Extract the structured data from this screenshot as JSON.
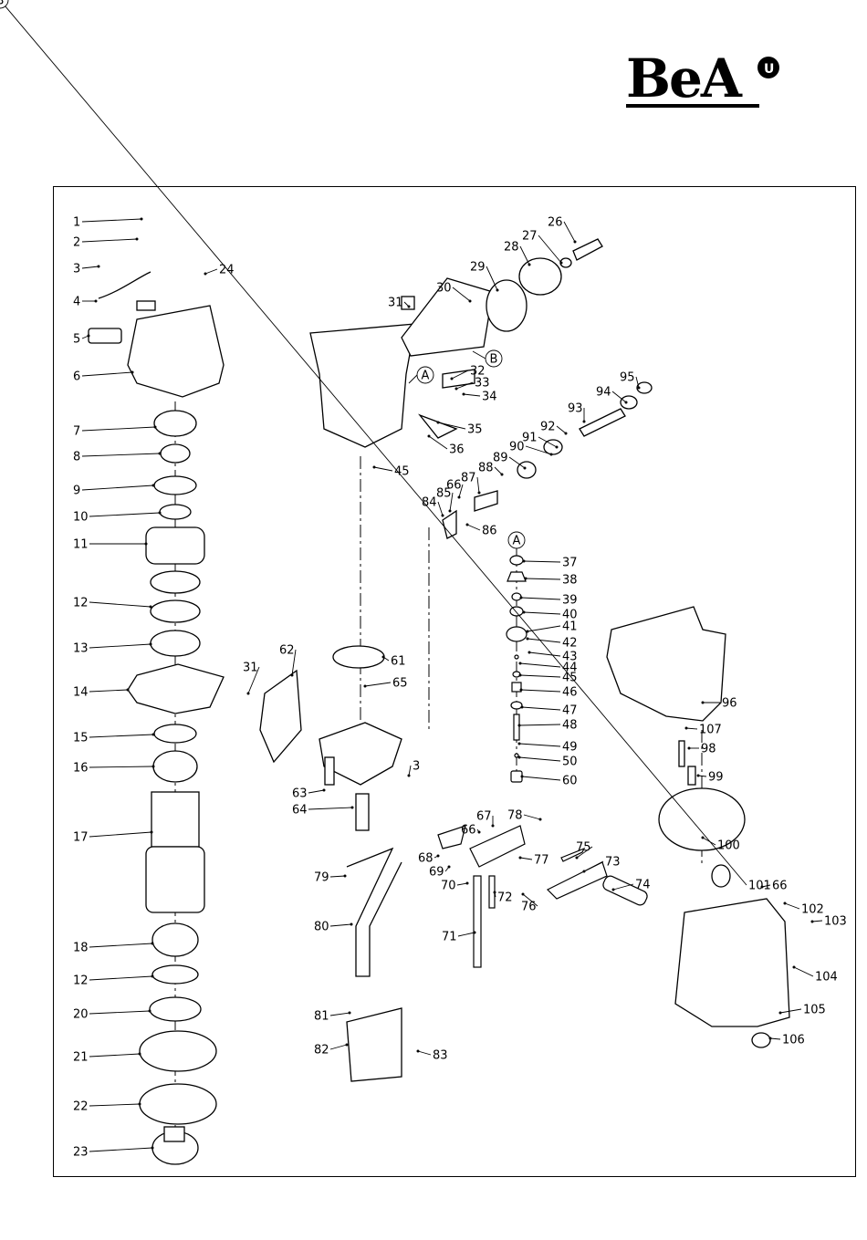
{
  "brand": {
    "logo_text": "BeA",
    "logo_mark": "U"
  },
  "labels": [
    "1",
    "2",
    "3",
    "4",
    "5",
    "6",
    "7",
    "8",
    "9",
    "10",
    "11",
    "12",
    "13",
    "14",
    "15",
    "16",
    "17",
    "18",
    "12",
    "20",
    "21",
    "22",
    "23",
    "24",
    "26",
    "27",
    "28",
    "29",
    "30",
    "31",
    "32",
    "33",
    "34",
    "35",
    "36",
    "45",
    "A",
    "B",
    "84",
    "85",
    "66",
    "86",
    "87",
    "88",
    "89",
    "90",
    "91",
    "92",
    "93",
    "94",
    "95",
    "A",
    "37",
    "38",
    "39",
    "40",
    "41",
    "42",
    "43",
    "44",
    "45",
    "46",
    "47",
    "48",
    "49",
    "50",
    "60",
    "31",
    "62",
    "61",
    "65",
    "3",
    "63",
    "64",
    "67",
    "78",
    "66",
    "68",
    "69",
    "77",
    "70",
    "72",
    "76",
    "71",
    "75",
    "73",
    "74",
    "79",
    "80",
    "81",
    "82",
    "83",
    "96",
    "107",
    "98",
    "99",
    "100",
    "101",
    "B",
    "66",
    "102",
    "103",
    "104",
    "105",
    "106"
  ]
}
